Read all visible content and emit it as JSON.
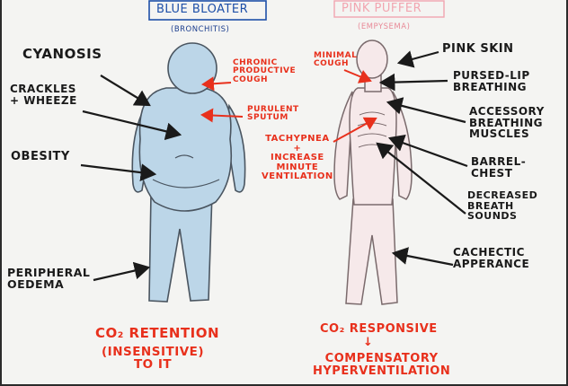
{
  "titles": {
    "blue": "BLUE BLOATER",
    "blue_sub": "(BRONCHITIS)",
    "pink": "PINK PUFFER",
    "pink_sub": "(EMPYSEMA)"
  },
  "left_labels": {
    "cyanosis": "CYANOSIS",
    "crackles": "CRACKLES\n+ WHEEZE",
    "obesity": "OBESITY",
    "oedema": "PERIPHERAL\nOEDEMA"
  },
  "blue_red": {
    "cough": "CHRONIC\nPRODUCTIVE\nCOUGH",
    "sputum": "PURULENT\nSPUTUM"
  },
  "pink_red": {
    "minimal_cough": "MINIMAL\nCOUGH",
    "tachypnea": "TACHYPNEA\n+\nINCREASE\nMINUTE\nVENTILATION"
  },
  "right_labels": {
    "pink_skin": "PINK SKIN",
    "pursed_lip": "PURSED-LIP\nBREATHING",
    "accessory": "ACCESSORY\nBREATHING\nMUSCLES",
    "barrel": "BARREL-\nCHEST",
    "breath_sounds": "DECREASED\nBREATH\nSOUNDS",
    "cachectic": "CACHECTIC\nAPPERANCE"
  },
  "bottom": {
    "blue_retention": "CO₂ RETENTION",
    "blue_insensitive": "(INSENSITIVE)\nTO IT",
    "pink_responsive": "CO₂ RESPONSIVE",
    "pink_arrow": "↓",
    "pink_comp": "COMPENSATORY\nHYPERVENTILATION"
  },
  "colors": {
    "paper": "#f4f4f2",
    "blue_body": "#bcd6e8",
    "pink_body": "#f6e9ea",
    "ink": "#1a1a1a",
    "red": "#e8301c",
    "blue_title": "#1d4fa8",
    "pink_title": "#f2a5b0"
  }
}
